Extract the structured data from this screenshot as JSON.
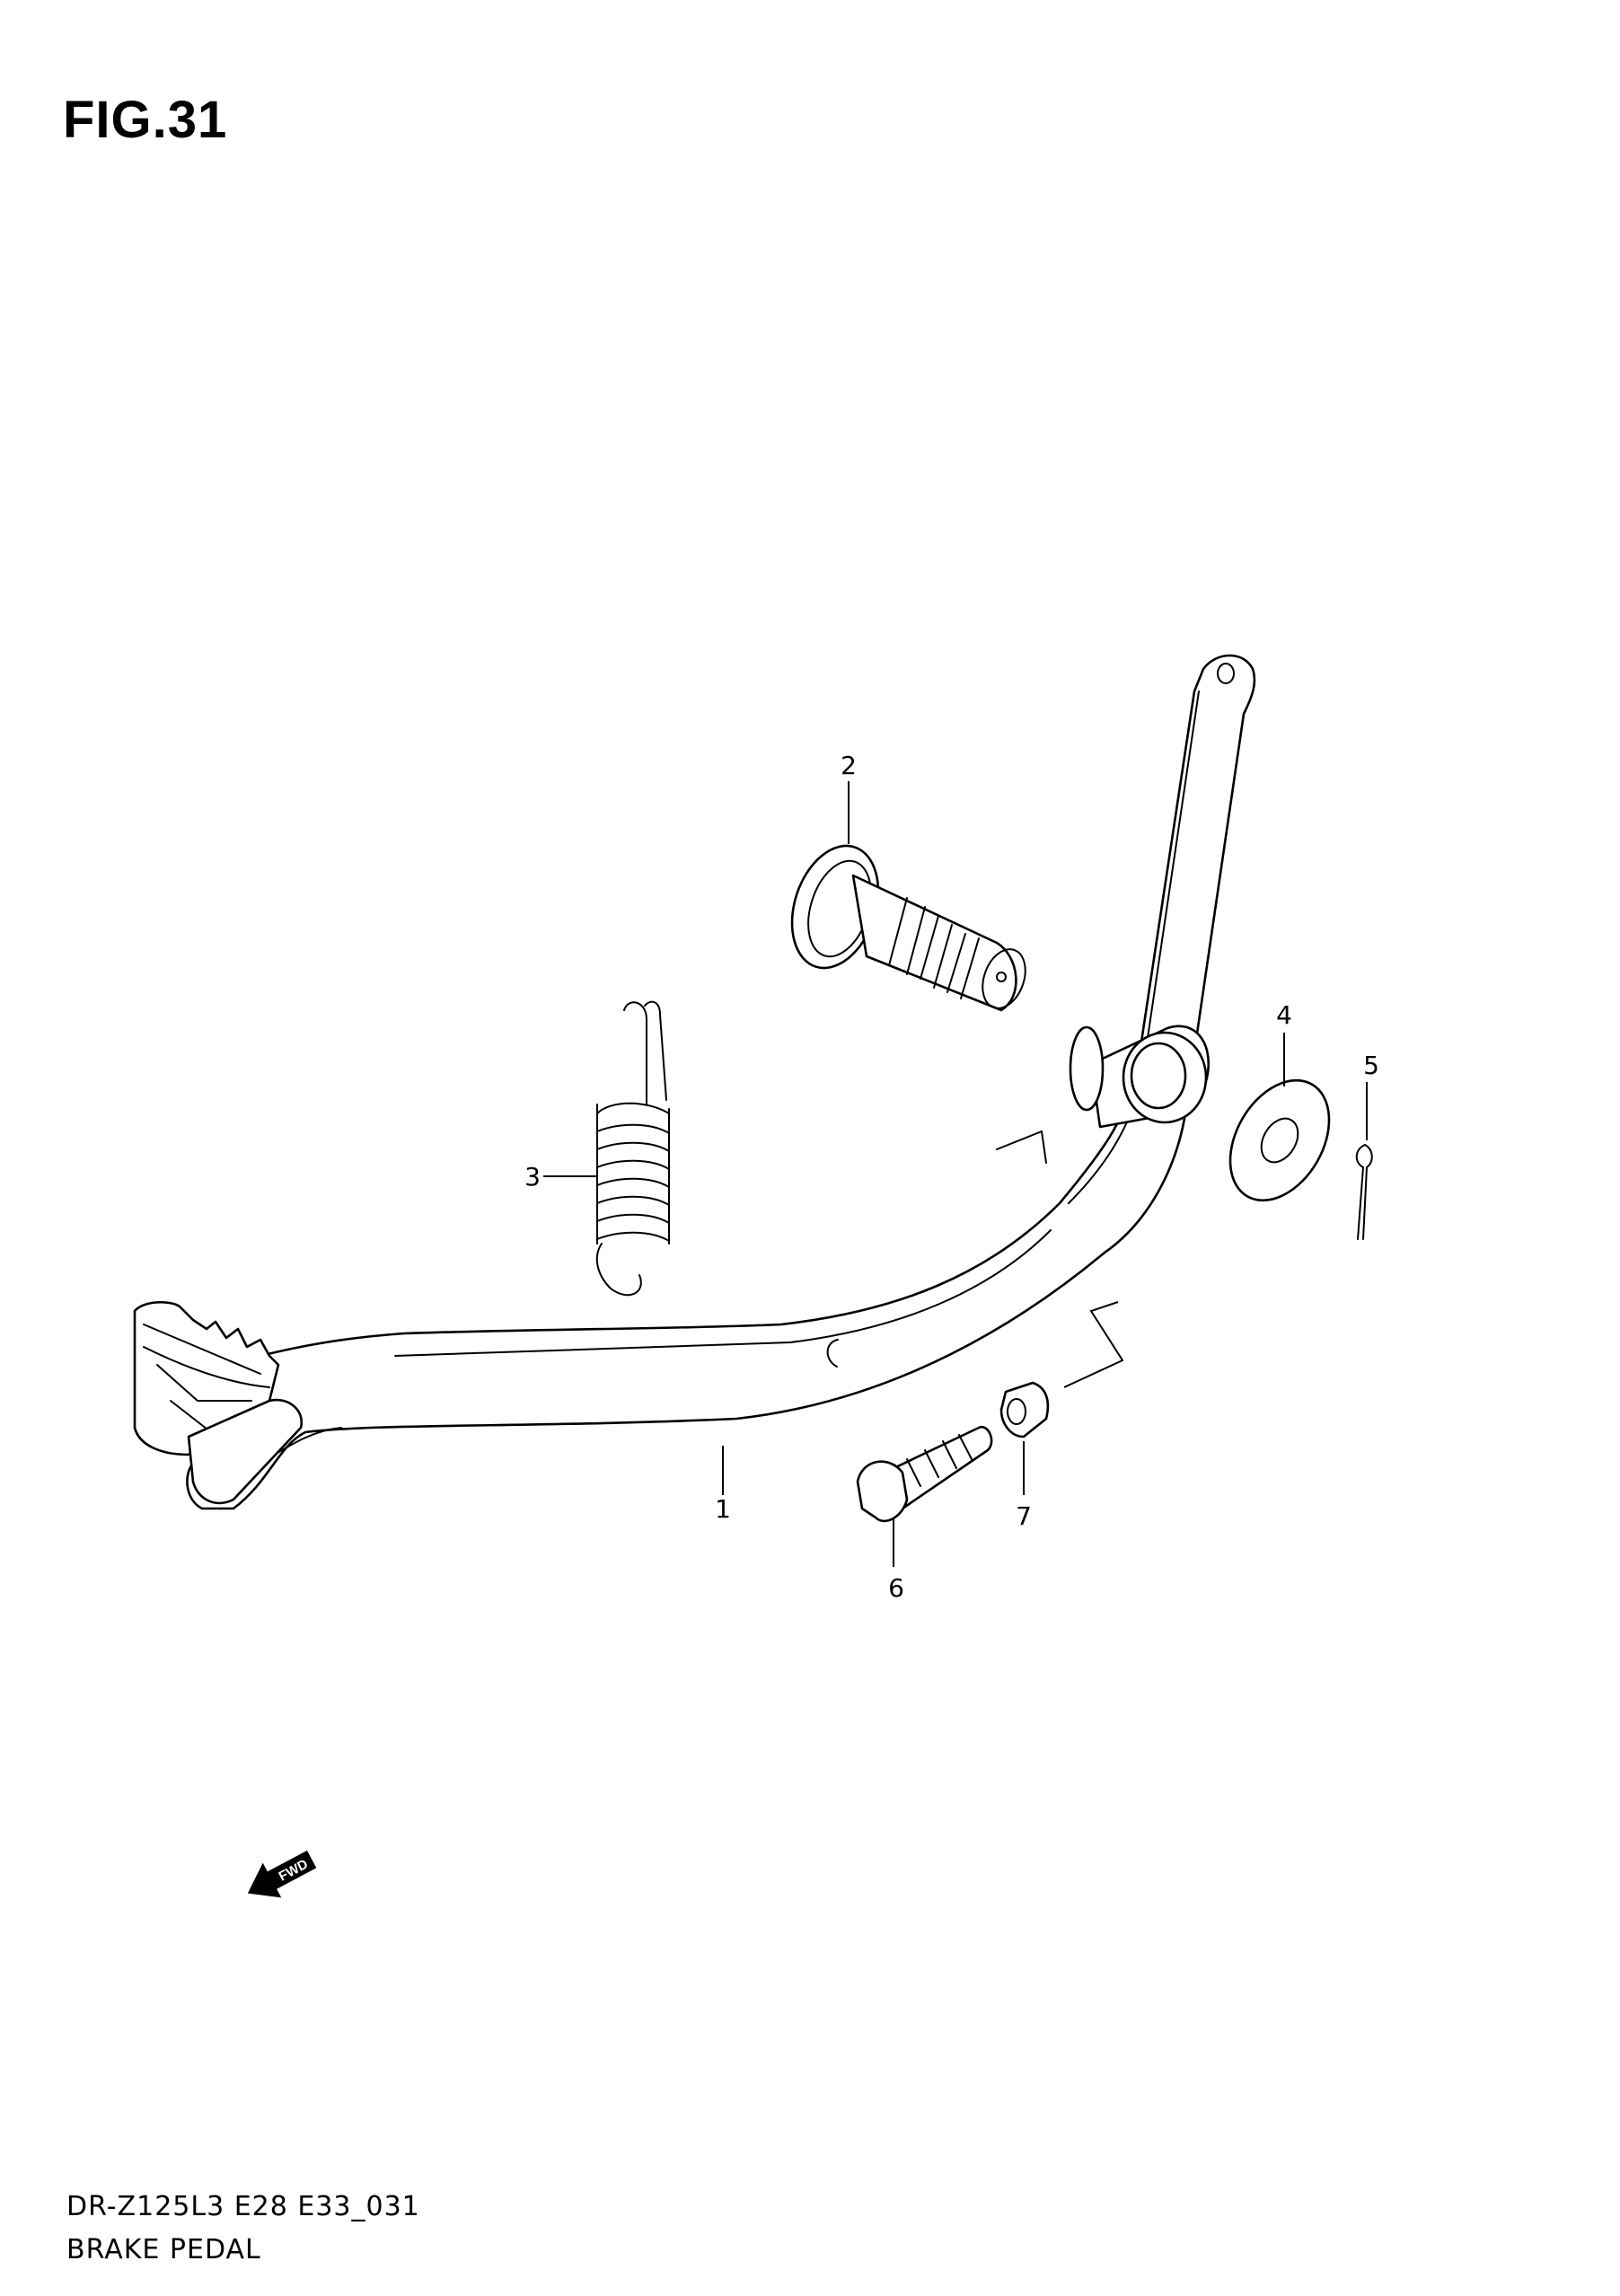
{
  "figure": {
    "title": "FIG.31"
  },
  "footer": {
    "code": "DR-Z125L3 E28 E33_031",
    "name": "BRAKE PEDAL"
  },
  "callouts": [
    "1",
    "2",
    "3",
    "4",
    "5",
    "6",
    "7"
  ],
  "fwd_label": "FWD"
}
